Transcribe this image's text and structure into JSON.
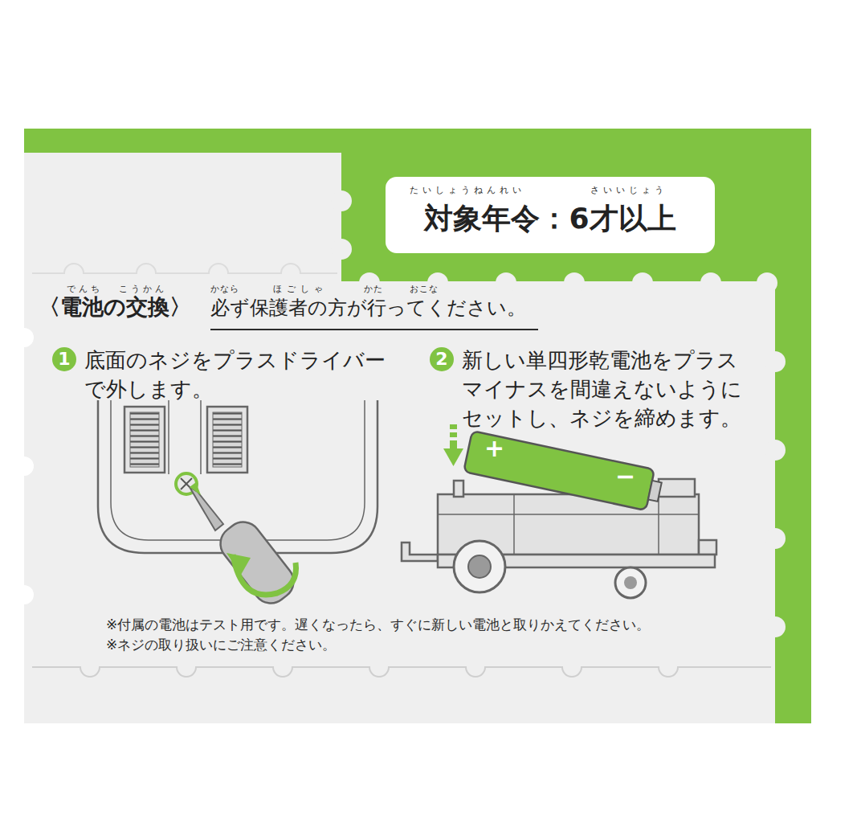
{
  "diagram": {
    "nodes": [
      {
        "text": [
          "対象年令：6才以上"
        ]
      },
      {
        "text": [
          "〈電池の交換〉",
          "必ず保護者の方が行ってください。"
        ]
      },
      {
        "text": [
          "1",
          "底面のネジをプラスドライバーで外します。"
        ],
        "in": 1
      },
      {
        "text": [
          "2",
          "新しい単四形乾電池をプラスマイナスを間違えないようにセットし、ネジを締めます。"
        ],
        "in": 1
      }
    ],
    "labels": [
      "たいしょうねんれい",
      "さいいじょう",
      "でんち",
      "こうかん",
      "かなら",
      "ほごしゃ",
      "かた",
      "おこな",
      "+",
      "−",
      "※付属の電池はテスト用です。遅くなったら、すぐに新しい電池と取りかえてください。",
      "※ネジの取り扱いにご注意ください。"
    ]
  }
}
